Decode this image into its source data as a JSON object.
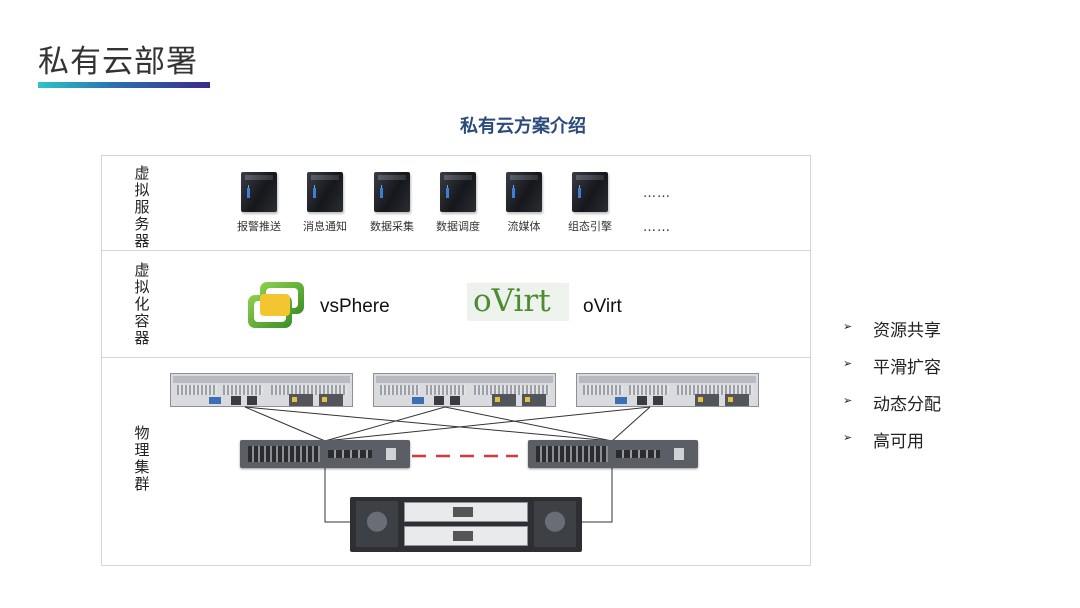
{
  "header": {
    "title": "私有云部署",
    "accent_colors": [
      "#2ec4c8",
      "#2a6fb0",
      "#3b2a8a"
    ]
  },
  "diagram": {
    "title": "私有云方案介绍",
    "layers": [
      {
        "label": [
          "虚",
          "拟",
          "服",
          "务",
          "器"
        ]
      },
      {
        "label": [
          "虚",
          "拟",
          "化",
          "容",
          "器"
        ]
      },
      {
        "label": [
          "物",
          "理",
          "集",
          "群"
        ]
      }
    ],
    "virtual_servers": [
      "报警推送",
      "消息通知",
      "数据采集",
      "数据调度",
      "流媒体",
      "组态引擎"
    ],
    "ellipsis_top": "……",
    "ellipsis_bottom": "……",
    "platforms": {
      "vsphere": {
        "name": "vsPhere",
        "icon": "vsphere-logo-icon"
      },
      "ovirt": {
        "name": "oVirt",
        "logo_text": "oVirt",
        "icon": "ovirt-logo-icon"
      }
    },
    "cluster": {
      "servers": 3,
      "switches": 2,
      "storage_units": 1,
      "redundant_link_color": "#d9363e"
    }
  },
  "features": [
    "资源共享",
    "平滑扩容",
    "动态分配",
    "高可用"
  ],
  "feature_marker": "➢"
}
